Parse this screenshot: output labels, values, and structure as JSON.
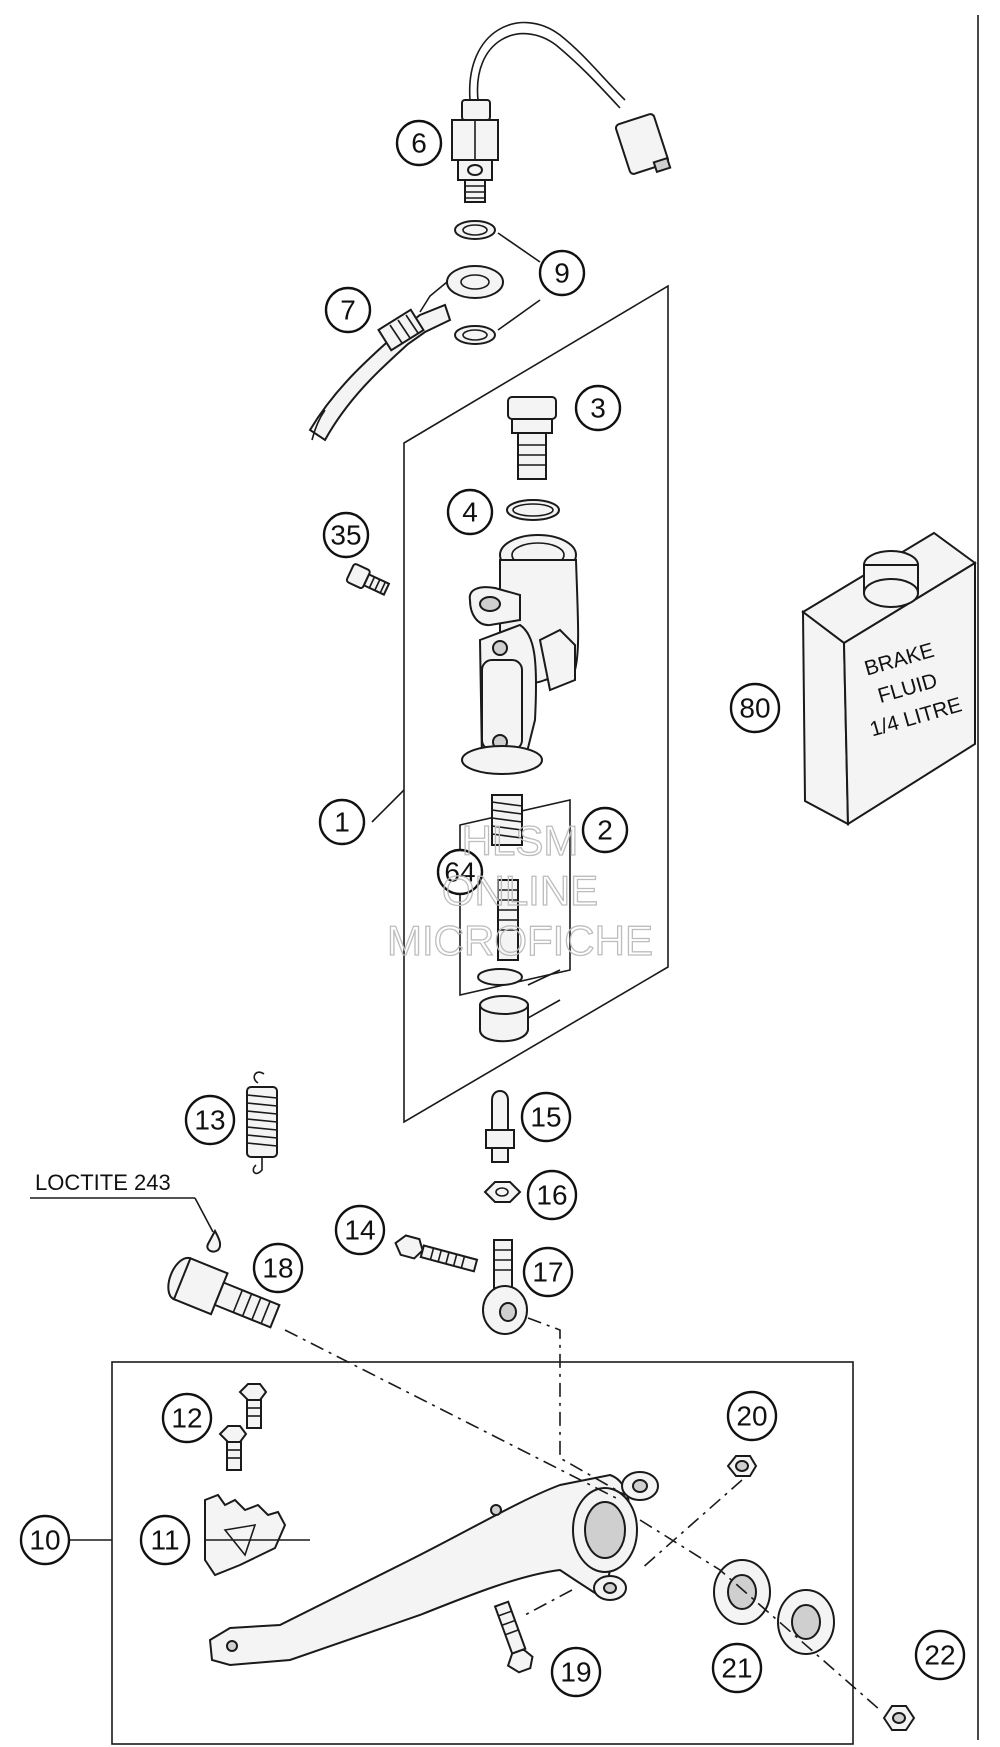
{
  "callouts": [
    {
      "id": "callout-1",
      "label": "1"
    },
    {
      "id": "callout-2",
      "label": "2"
    },
    {
      "id": "callout-3",
      "label": "3"
    },
    {
      "id": "callout-4",
      "label": "4"
    },
    {
      "id": "callout-6",
      "label": "6"
    },
    {
      "id": "callout-7",
      "label": "7"
    },
    {
      "id": "callout-9",
      "label": "9"
    },
    {
      "id": "callout-10",
      "label": "10"
    },
    {
      "id": "callout-11",
      "label": "11"
    },
    {
      "id": "callout-12",
      "label": "12"
    },
    {
      "id": "callout-13",
      "label": "13"
    },
    {
      "id": "callout-14",
      "label": "14"
    },
    {
      "id": "callout-15",
      "label": "15"
    },
    {
      "id": "callout-16",
      "label": "16"
    },
    {
      "id": "callout-17",
      "label": "17"
    },
    {
      "id": "callout-18",
      "label": "18"
    },
    {
      "id": "callout-19",
      "label": "19"
    },
    {
      "id": "callout-20",
      "label": "20"
    },
    {
      "id": "callout-21",
      "label": "21"
    },
    {
      "id": "callout-22",
      "label": "22"
    },
    {
      "id": "callout-35",
      "label": "35"
    },
    {
      "id": "callout-64",
      "label": "64"
    },
    {
      "id": "callout-80",
      "label": "80"
    }
  ],
  "annotation": {
    "loctite": "LOCTITE 243"
  },
  "brake_fluid_can": {
    "line1": "BRAKE",
    "line2": "FLUID",
    "line3": "1/4 LITRE"
  },
  "watermark": {
    "line1": "HLSM",
    "line2": "ONLINE",
    "line3": "MICROFICHE"
  }
}
